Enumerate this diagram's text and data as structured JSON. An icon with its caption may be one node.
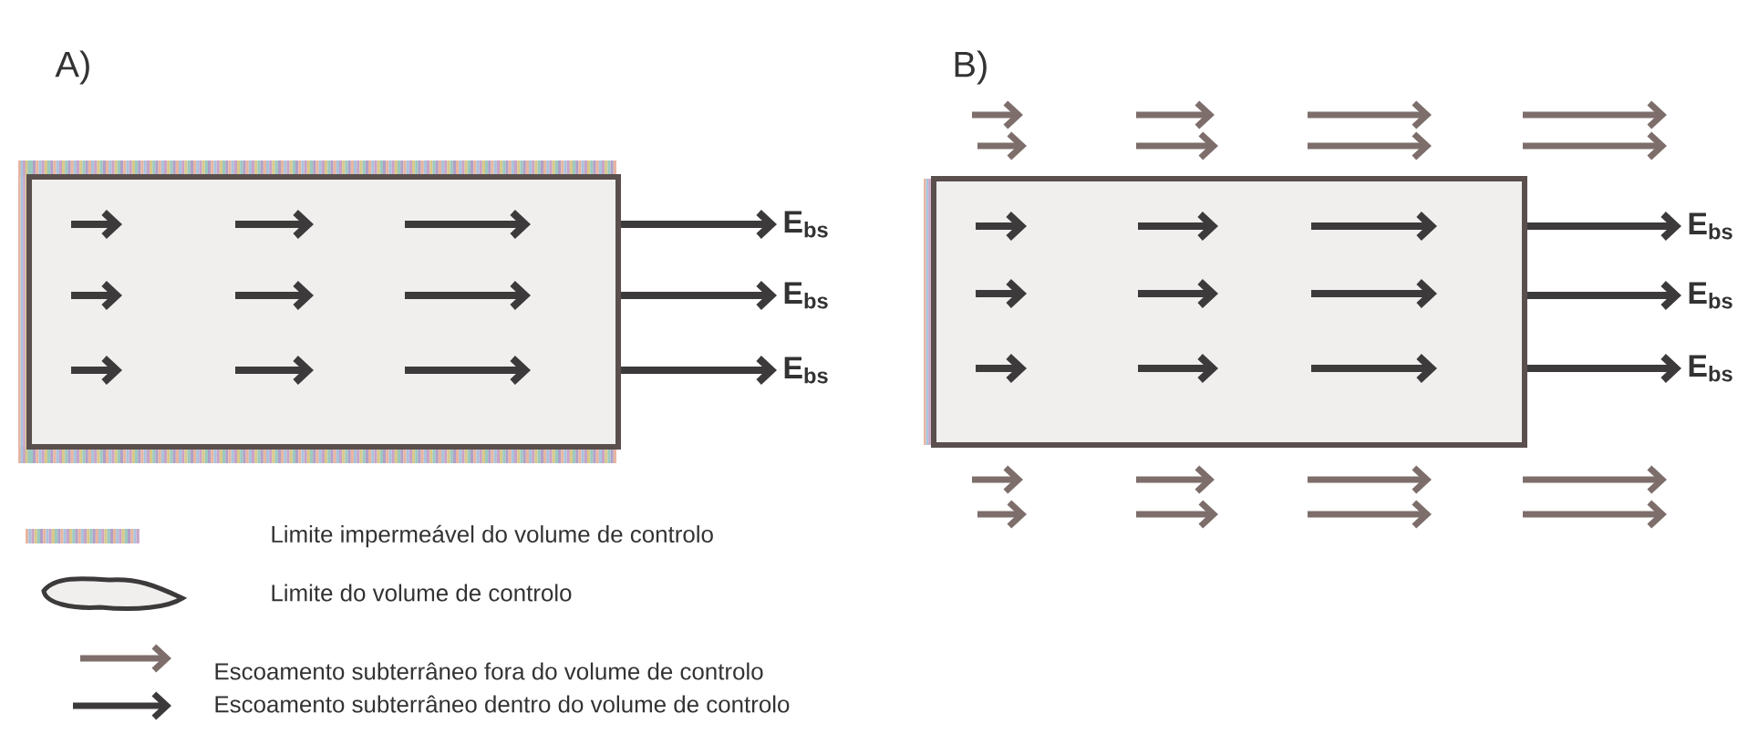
{
  "diagram": {
    "nodes": [
      {
        "text": [],
        "shape": "box"
      },
      {
        "text": [
          "E$_{bs}$"
        ]
      },
      {
        "text": [
          "E$_{bs}$"
        ]
      },
      {
        "text": [
          "E$_{bs}$"
        ]
      },
      {
        "text": [],
        "shape": "box"
      },
      {
        "text": [
          "E$_{bs}$"
        ]
      },
      {
        "text": [
          "E$_{bs}$"
        ]
      },
      {
        "text": [
          "E$_{bs}$"
        ]
      }
    ],
    "edges": [
      {
        "from": 0,
        "to": 1,
        "arrow": "to"
      },
      {
        "from": 0,
        "to": 2,
        "arrow": "to"
      },
      {
        "from": 0,
        "to": 3,
        "arrow": "to"
      },
      {
        "from": 4,
        "to": 5,
        "arrow": "to"
      },
      {
        "from": 4,
        "to": 6,
        "arrow": "to"
      },
      {
        "from": 4,
        "to": 7,
        "arrow": "to"
      }
    ],
    "labels": [
      "A)",
      "B)"
    ],
    "legend": [
      {
        "text": "Limite impermeável do volume de controlo"
      },
      {
        "text": "Limite do volume de controlo"
      },
      {
        "text": "Escoamento subterrâneo fora do volume de controlo"
      },
      {
        "text": "Escoamento subterrâneo dentro do volume de controlo"
      }
    ]
  }
}
